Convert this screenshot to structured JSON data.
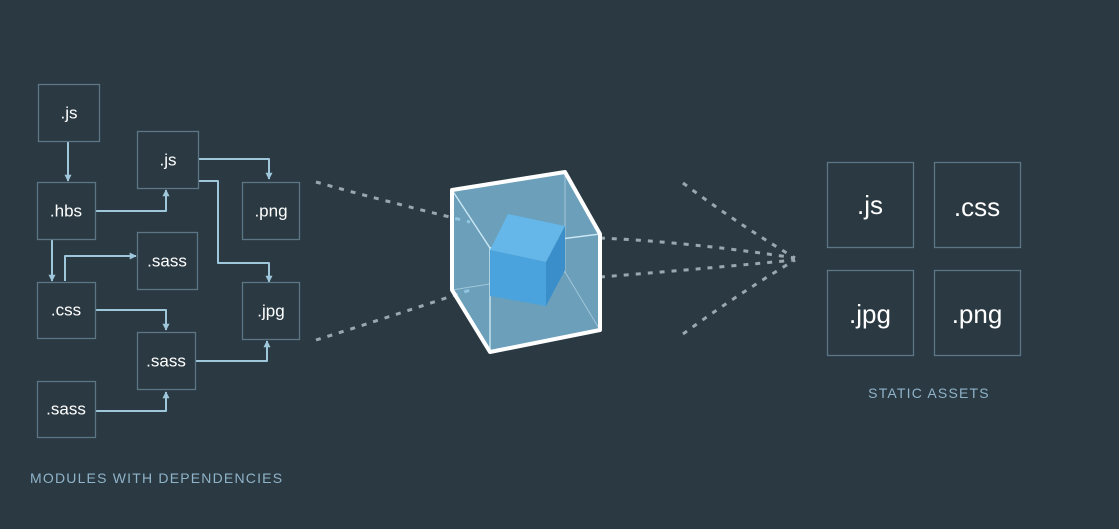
{
  "modules": {
    "caption": "MODULES WITH DEPENDENCIES",
    "items": [
      ".js",
      ".js",
      ".hbs",
      ".png",
      ".sass",
      ".css",
      ".jpg",
      ".sass",
      ".sass"
    ]
  },
  "assets": {
    "caption": "STATIC ASSETS",
    "items": [
      ".js",
      ".css",
      ".jpg",
      ".png"
    ]
  },
  "colors": {
    "background": "#2b3a42",
    "box_border": "#5d7685",
    "arrow": "#9ec7dc",
    "caption": "#8fb3c9",
    "dashes": "#9aa7ae",
    "cube_outer": "#8ed6fb",
    "cube_inner": "#1c78c0"
  },
  "icons": {
    "bundler": "webpack-cube-icon"
  }
}
